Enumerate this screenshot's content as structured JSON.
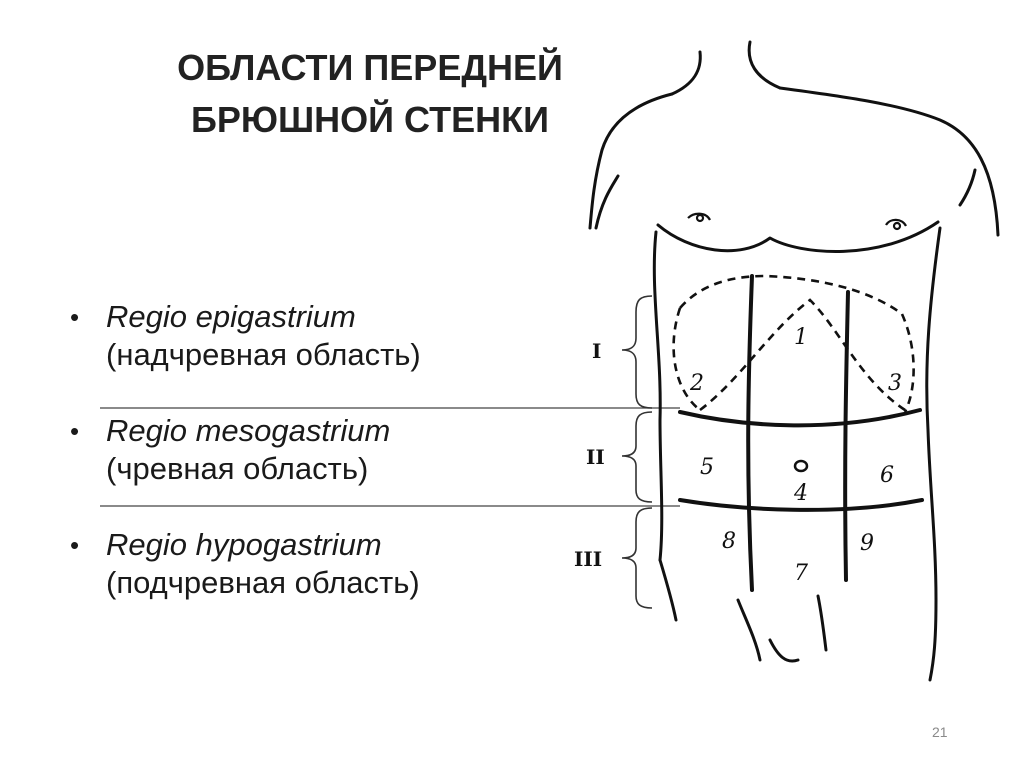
{
  "title": {
    "line1": "ОБЛАСТИ ПЕРЕДНЕЙ",
    "line2": "БРЮШНОЙ СТЕНКИ"
  },
  "bullets": [
    {
      "latin": "Regio epigastrium",
      "russian": "(надчревная область)"
    },
    {
      "latin": "Regio mesogastrium",
      "russian": "(чревная область)"
    },
    {
      "latin": "Regio hypogastrium",
      "russian": "(подчревная область)"
    }
  ],
  "bullet_symbol": "•",
  "levels": [
    "I",
    "II",
    "III"
  ],
  "regions": [
    "1",
    "2",
    "3",
    "4",
    "5",
    "6",
    "7",
    "8",
    "9"
  ],
  "slide_number": "21"
}
